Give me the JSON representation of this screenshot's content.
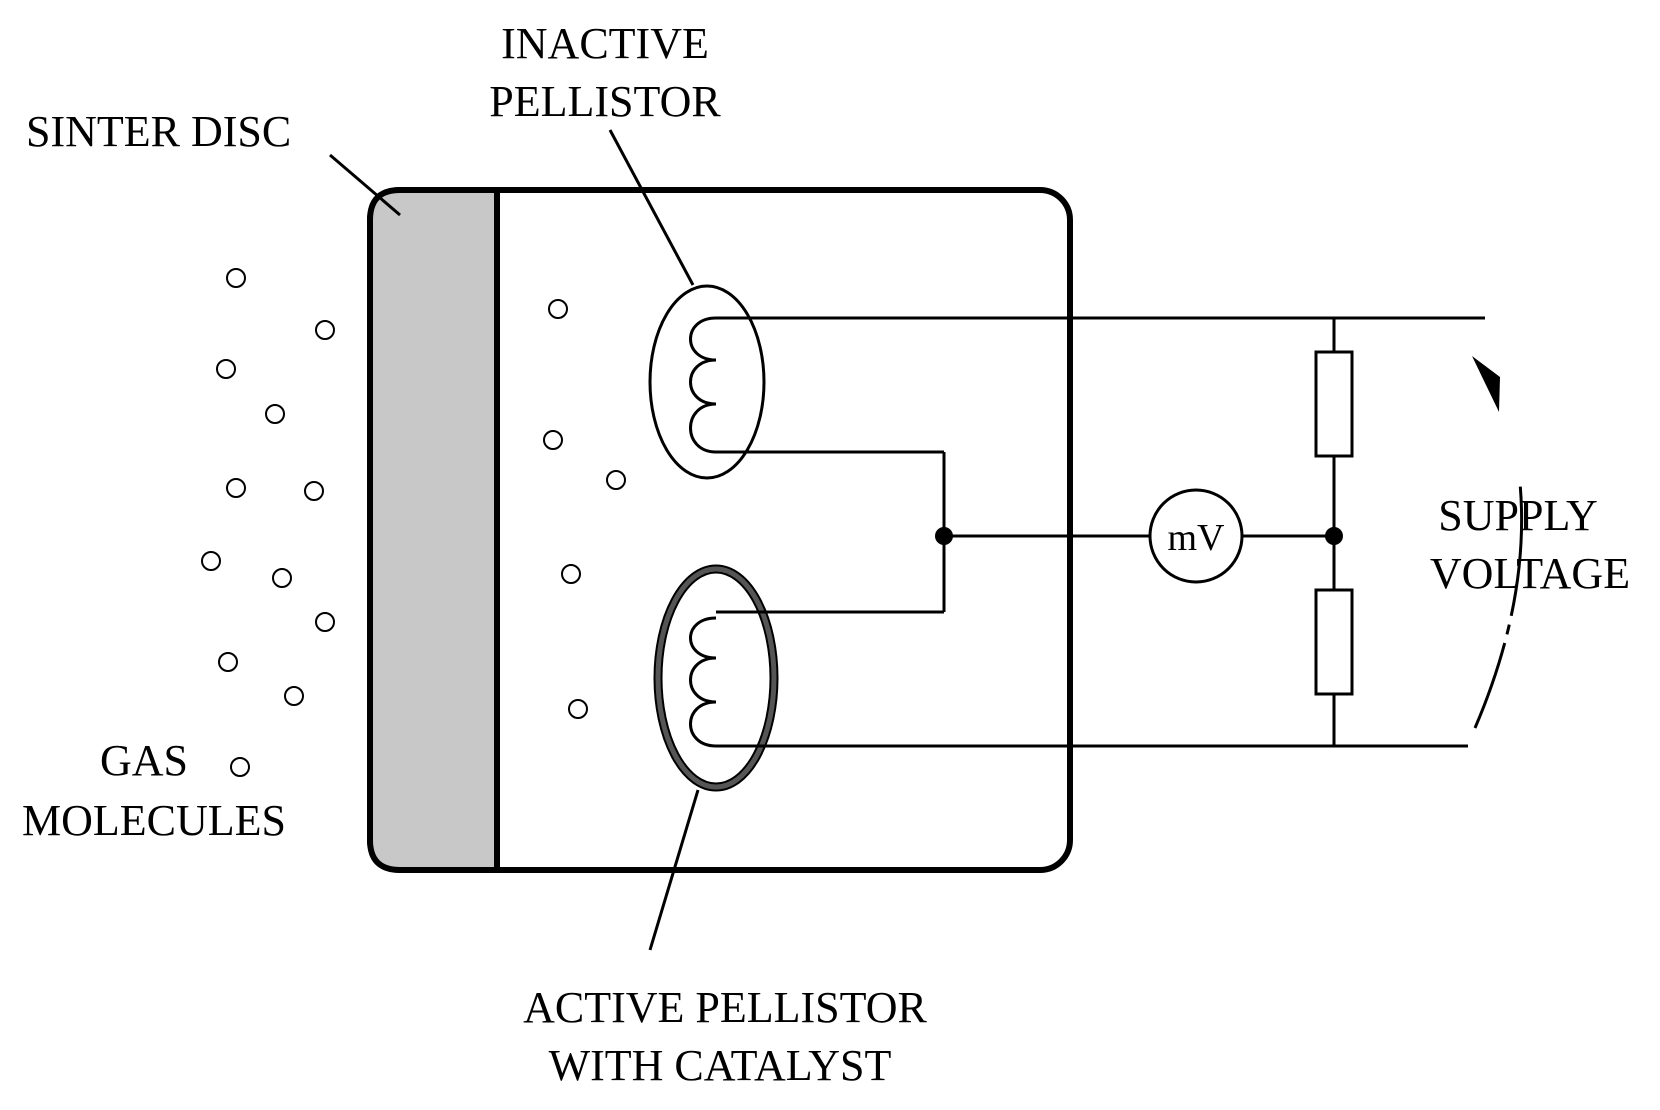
{
  "labels": {
    "inactive_line1": "INACTIVE",
    "inactive_line2": "PELLISTOR",
    "sinter_disc": "SINTER DISC",
    "gas_line1": "GAS",
    "gas_line2": "MOLECULES",
    "active_line1": "ACTIVE PELLISTOR",
    "active_line2": "WITH CATALYST",
    "supply_line1": "SUPPLY",
    "supply_line2": "VOLTAGE",
    "meter": "mV"
  },
  "colors": {
    "line": "#000000",
    "sinter_fill": "#c8c8c8",
    "catalyst_ring": "#555555",
    "background": "#ffffff"
  }
}
